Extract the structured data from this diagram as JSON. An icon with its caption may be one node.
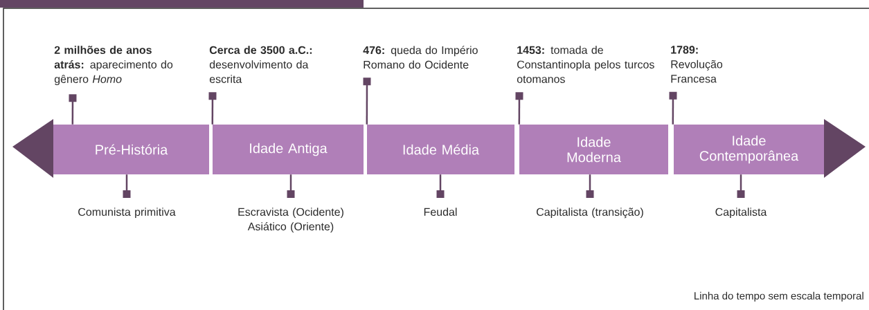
{
  "diagram": {
    "nodes": [
      {
        "text": [
          "**2 milhões de anos atrás:** aparecimento do gênero *Homo*"
        ]
      },
      {
        "text": [
          "**Cerca de 3500 a.C.:** desenvolvimento da escrita"
        ]
      },
      {
        "text": [
          "**476:** queda do Império Romano do Ocidente"
        ]
      },
      {
        "text": [
          "**1453:** tomada de Constantinopla pelos turcos otomanos"
        ]
      },
      {
        "text": [
          "**1789:** Revolução Francesa"
        ]
      },
      {
        "text": [
          "Pré-História"
        ]
      },
      {
        "text": [
          "Idade Antiga"
        ]
      },
      {
        "text": [
          "Idade Média"
        ]
      },
      {
        "text": [
          "Idade Moderna"
        ]
      },
      {
        "text": [
          "Idade Contemporânea"
        ]
      },
      {
        "text": [
          "Comunista primitiva"
        ]
      },
      {
        "text": [
          "Escravista (Ocidente) Asiático (Oriente)"
        ]
      },
      {
        "text": [
          "Feudal"
        ]
      },
      {
        "text": [
          "Capitalista (transição)"
        ]
      },
      {
        "text": [
          "Capitalista"
        ]
      }
    ],
    "edges": [
      {
        "from": 0,
        "to": 5,
        "arrow": "other"
      },
      {
        "from": 1,
        "to": 6,
        "arrow": "other"
      },
      {
        "from": 2,
        "to": 7,
        "arrow": "other"
      },
      {
        "from": 3,
        "to": 8,
        "arrow": "other"
      },
      {
        "from": 4,
        "to": 9,
        "arrow": "other"
      },
      {
        "from": 10,
        "to": 5,
        "arrow": "other"
      },
      {
        "from": 11,
        "to": 6,
        "arrow": "other"
      },
      {
        "from": 12,
        "to": 7,
        "arrow": "other"
      },
      {
        "from": 13,
        "to": 8,
        "arrow": "other"
      },
      {
        "from": 14,
        "to": 9,
        "arrow": "other"
      }
    ],
    "labels": [
      "Linha do tempo sem escala temporal"
    ]
  }
}
